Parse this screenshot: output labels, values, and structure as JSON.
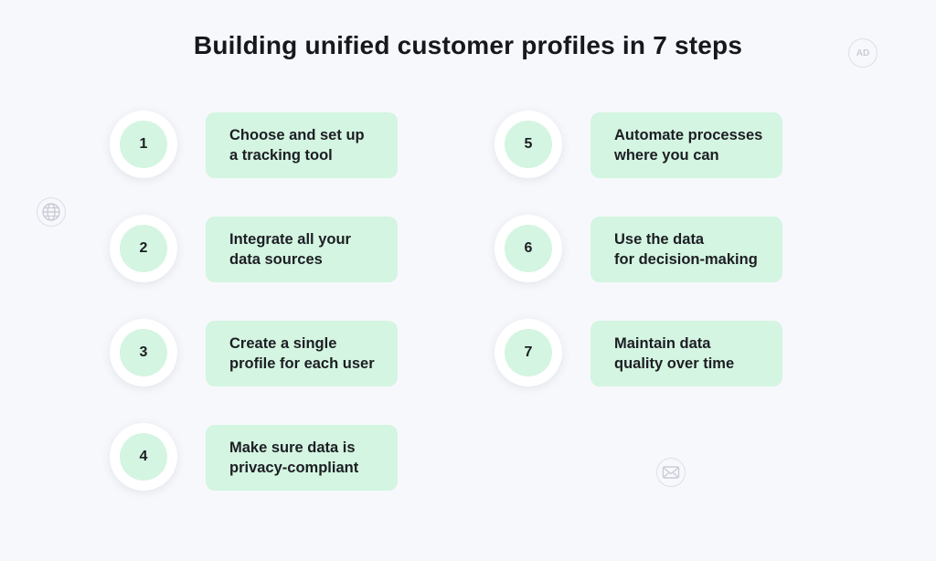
{
  "title": "Building unified customer profiles in 7 steps",
  "icons": {
    "ad_badge": "AD",
    "globe": "globe-icon",
    "mail": "envelope-icon"
  },
  "colors": {
    "background": "#f7f8fc",
    "accent_green": "#d4f5e1",
    "text": "#1c1e24"
  },
  "steps": [
    {
      "number": "1",
      "label": "Choose and set up\na tracking tool"
    },
    {
      "number": "2",
      "label": "Integrate all your\ndata sources"
    },
    {
      "number": "3",
      "label": "Create a single\nprofile for each user"
    },
    {
      "number": "4",
      "label": "Make sure data is\nprivacy-compliant"
    },
    {
      "number": "5",
      "label": "Automate processes\nwhere you can"
    },
    {
      "number": "6",
      "label": "Use the data\nfor decision-making"
    },
    {
      "number": "7",
      "label": "Maintain data\nquality over time"
    }
  ]
}
